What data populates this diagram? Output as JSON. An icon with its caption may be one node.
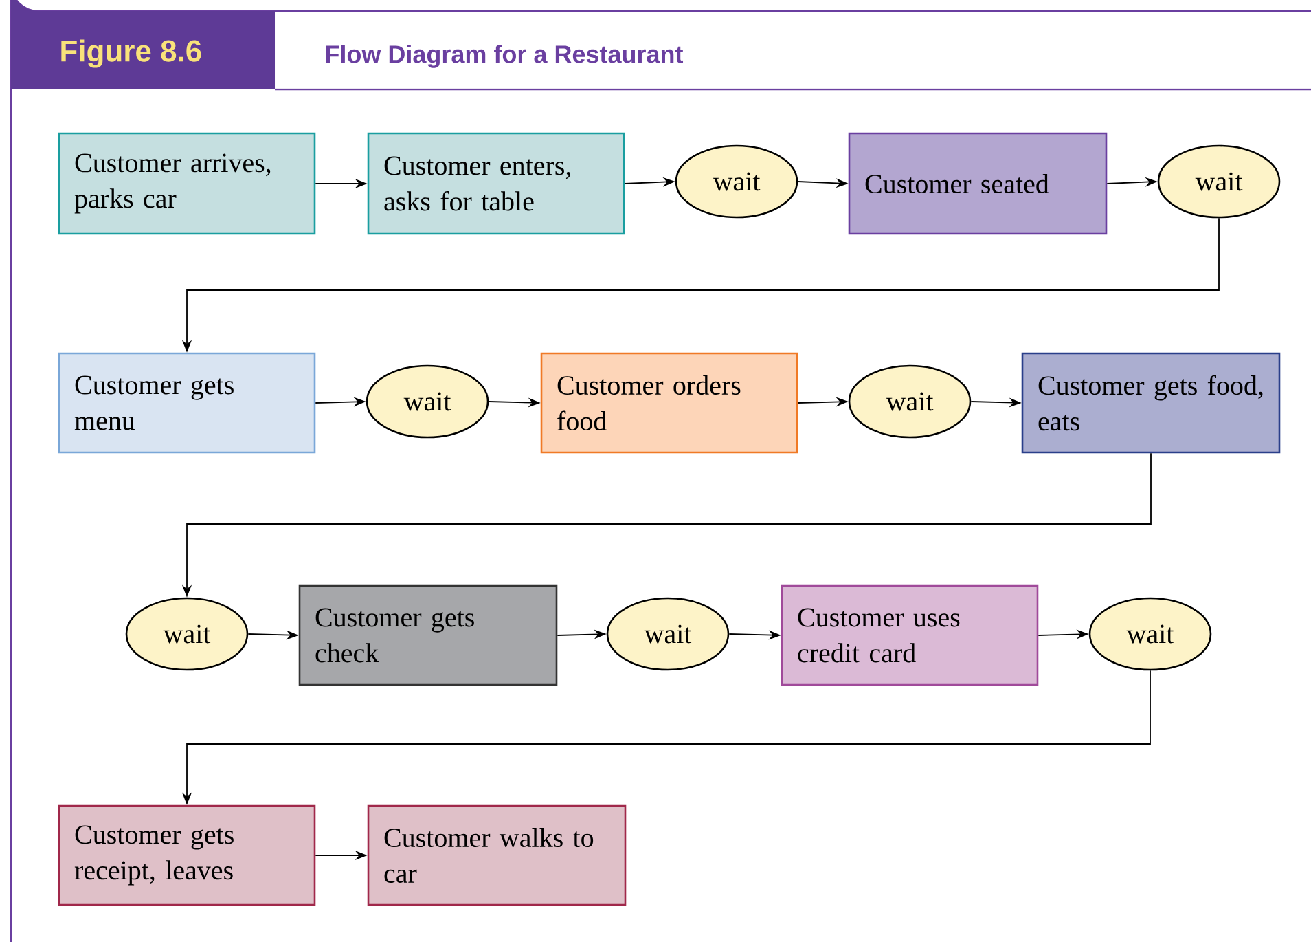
{
  "diagram": {
    "title": "Flow Diagram for a Restaurant",
    "nodes": [
      {
        "text": [
          "Customer arrives, parks car"
        ]
      },
      {
        "text": [
          "Customer enters, asks for table"
        ]
      },
      {
        "text": [
          "wait"
        ]
      },
      {
        "text": [
          "Customer seated"
        ]
      },
      {
        "text": [
          "wait"
        ]
      },
      {
        "text": [
          "Customer gets menu"
        ]
      },
      {
        "text": [
          "wait"
        ]
      },
      {
        "text": [
          "Customer orders food"
        ]
      },
      {
        "text": [
          "wait"
        ]
      },
      {
        "text": [
          "Customer gets food, eats"
        ]
      },
      {
        "text": [
          "wait"
        ]
      },
      {
        "text": [
          "Customer gets check"
        ]
      },
      {
        "text": [
          "wait"
        ]
      },
      {
        "text": [
          "Customer uses credit card"
        ]
      },
      {
        "text": [
          "wait"
        ]
      },
      {
        "text": [
          "Customer gets receipt, leaves"
        ]
      },
      {
        "text": [
          "Customer walks to car"
        ]
      }
    ],
    "edges": [
      {
        "from": 0,
        "to": 1,
        "arrow": "to"
      },
      {
        "from": 1,
        "to": 2,
        "arrow": "to"
      },
      {
        "from": 2,
        "to": 3,
        "arrow": "to"
      },
      {
        "from": 3,
        "to": 4,
        "arrow": "to"
      },
      {
        "from": 4,
        "to": 5,
        "arrow": "to"
      },
      {
        "from": 5,
        "to": 6,
        "arrow": "to"
      },
      {
        "from": 6,
        "to": 7,
        "arrow": "to"
      },
      {
        "from": 7,
        "to": 8,
        "arrow": "to"
      },
      {
        "from": 8,
        "to": 9,
        "arrow": "to"
      },
      {
        "from": 9,
        "to": 10,
        "arrow": "to"
      },
      {
        "from": 10,
        "to": 11,
        "arrow": "to"
      },
      {
        "from": 11,
        "to": 12,
        "arrow": "to"
      },
      {
        "from": 12,
        "to": 13,
        "arrow": "to"
      },
      {
        "from": 13,
        "to": 14,
        "arrow": "to"
      },
      {
        "from": 14,
        "to": 15,
        "arrow": "to"
      },
      {
        "from": 15,
        "to": 16,
        "arrow": "to"
      }
    ],
    "labels": [
      "Figure 8.6"
    ]
  }
}
